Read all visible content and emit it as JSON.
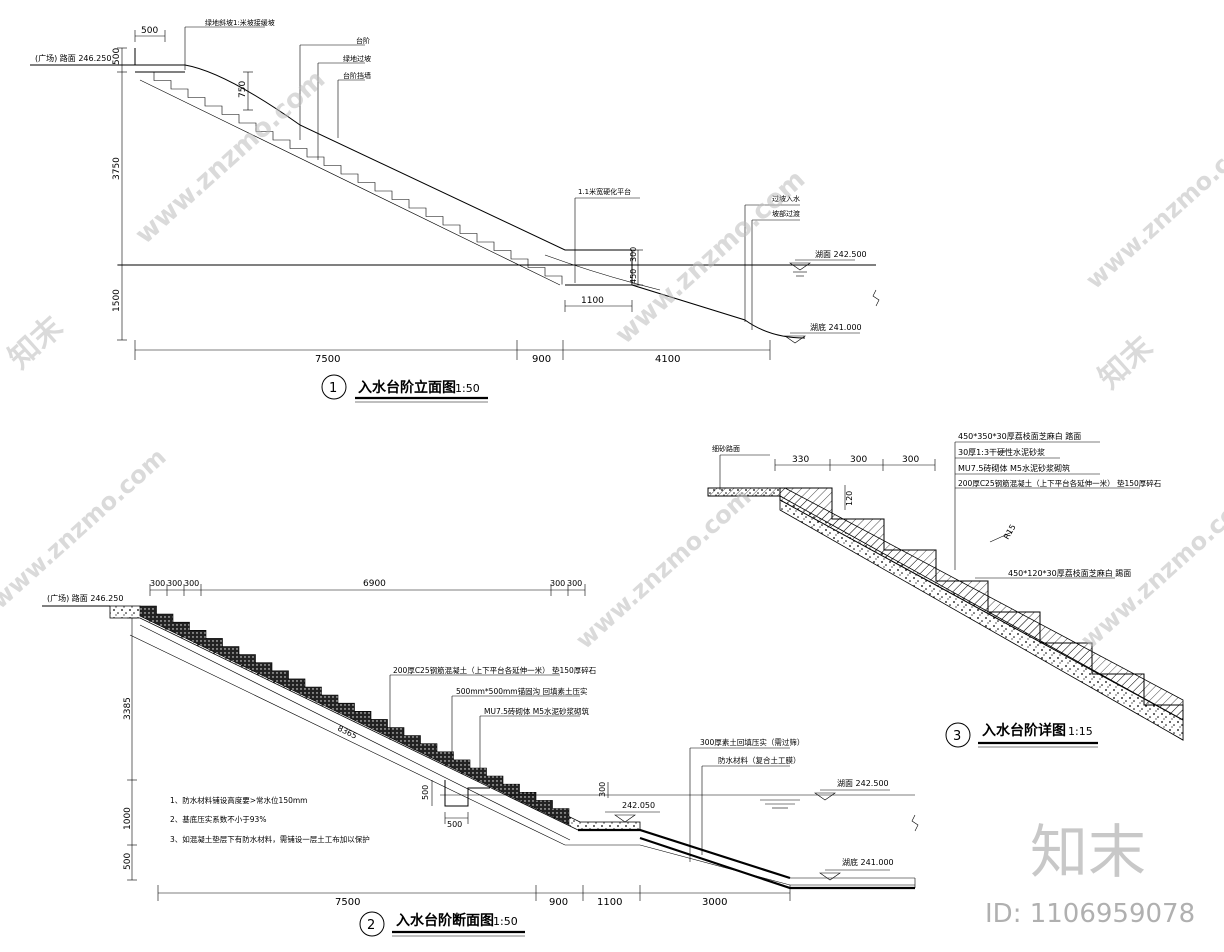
{
  "drawing1": {
    "title": "入水台阶立面图",
    "scale": "1:50",
    "number": "1",
    "road_label": "(广场) 路面 246.250",
    "top_dim": "500",
    "labels": {
      "green_slope": "绿地斜坡1:米坡接缓坡",
      "steps": "台阶",
      "green_transition": "绿地过坡",
      "step_retaining": "台阶挡墙",
      "platform": "1.1米宽硬化平台",
      "transition_water": "过坡入水",
      "slope_transition": "坡部过渡"
    },
    "vert_dims": [
      "500",
      "3750",
      "1500"
    ],
    "inner_dims": [
      "750",
      "300",
      "450"
    ],
    "platform_width": "1100",
    "lake_surface": "湖面 242.500",
    "lake_bottom": "湖底 241.000",
    "bottom_dims": [
      "7500",
      "900",
      "4100"
    ]
  },
  "drawing2": {
    "title": "入水台阶断面图",
    "scale": "1:50",
    "number": "2",
    "road_label": "(广场) 路面 246.250",
    "top_dims": [
      "300",
      "300",
      "300",
      "6900",
      "300",
      "300"
    ],
    "slope_length": "8365",
    "left_dims": [
      "3385",
      "1000",
      "500"
    ],
    "callouts": [
      "200厚C25钢筋混凝土（上下平台各延伸一米） 垫150厚碎石",
      "500mm*500mm锚固沟 回填素土压实",
      "MU7.5砖砌体 M5水泥砂浆砌筑"
    ],
    "right_callouts": [
      "300厚素土回填压实（需过筛）",
      "防水材料（复合土工膜）"
    ],
    "small_dims": [
      "500",
      "500",
      "300"
    ],
    "elev_242050": "242.050",
    "lake_surface": "湖面 242.500",
    "lake_bottom": "湖底 241.000",
    "notes": [
      "1、防水材料铺设高度要>常水位150mm",
      "2、基底压实系数不小于93%",
      "3、如混凝土垫层下有防水材料，需铺设一层土工布加以保护"
    ],
    "bottom_dims": [
      "7500",
      "900",
      "1100",
      "3000"
    ]
  },
  "drawing3": {
    "title": "入水台阶详图",
    "scale": "1:15",
    "number": "3",
    "paving_label": "细砂路面",
    "top_dims": [
      "330",
      "300",
      "300"
    ],
    "vert_dim": "120",
    "radius": "R15",
    "callouts": [
      "450*350*30厚荔枝面芝麻白 踏面",
      "30厚1:3干硬性水泥砂浆",
      "MU7.5砖砌体 M5水泥砂浆砌筑",
      "200厚C25钢筋混凝土（上下平台各延伸一米） 垫150厚碎石"
    ],
    "nosing_label": "450*120*30厚荔枝面芝麻白 踢面"
  },
  "watermark": {
    "brand": "知末",
    "site": "www.znzmo.com",
    "id_label": "ID: 1106959078"
  }
}
